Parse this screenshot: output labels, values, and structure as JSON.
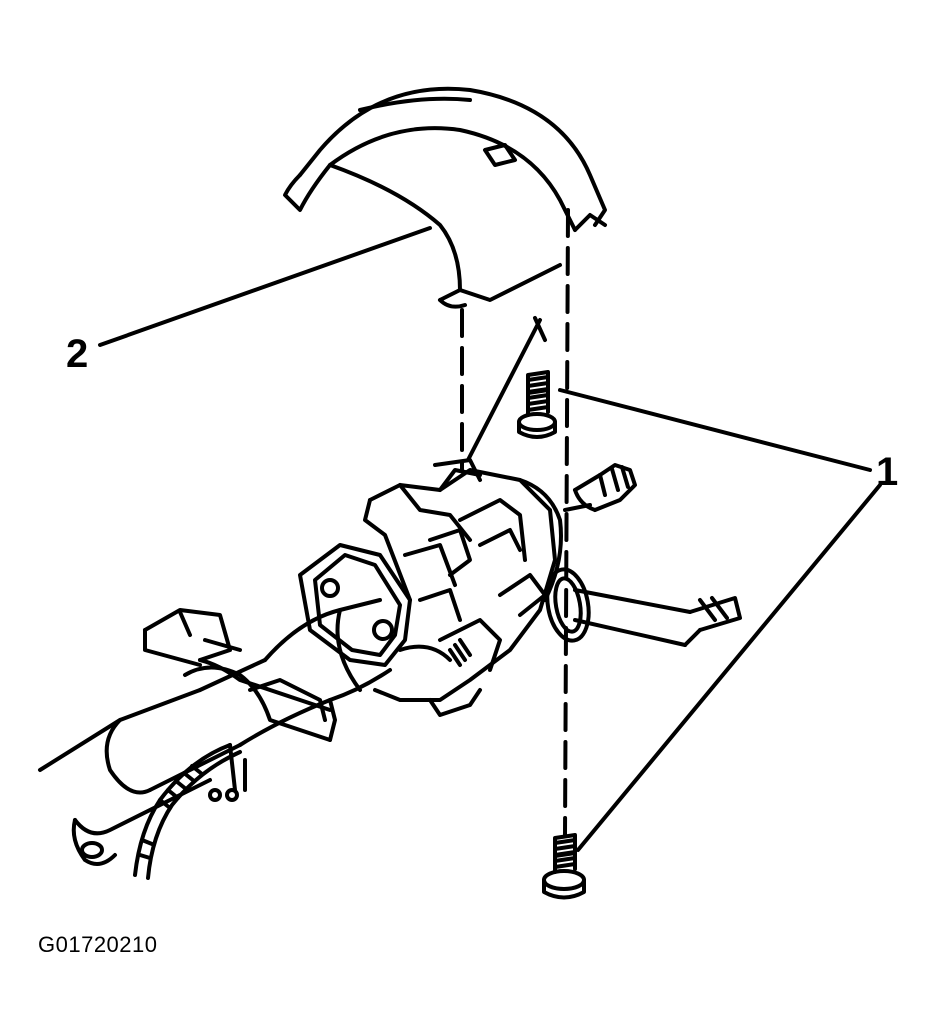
{
  "callouts": {
    "label_1": "1",
    "label_2": "2"
  },
  "figure_id": "G01720210",
  "parts": {
    "upper_cover": "upper-steering-column-cover",
    "screws": "cover-screws",
    "column": "steering-column"
  },
  "colors": {
    "ink": "#000000",
    "paper": "#ffffff"
  }
}
